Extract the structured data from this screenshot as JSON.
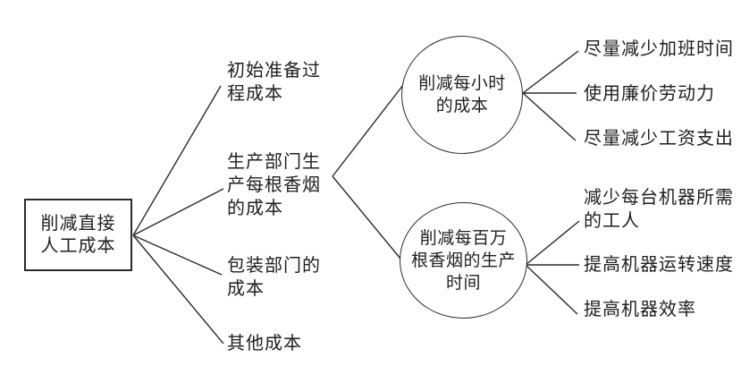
{
  "colors": {
    "background": "#ffffff",
    "ink": "#2b2b2b"
  },
  "tree": {
    "root": {
      "text": "削减直接人工成本",
      "lines": [
        "削减直接",
        "人工成本"
      ]
    },
    "branches": [
      {
        "text": "初始准备过程成本",
        "lines": [
          "初始准备过",
          "程成本"
        ]
      },
      {
        "text": "生产部门生产每根香烟的成本",
        "lines": [
          "生产部门生",
          "产每根香烟",
          "的成本"
        ]
      },
      {
        "text": "包装部门的成本",
        "lines": [
          "包装部门的",
          "成本"
        ]
      },
      {
        "text": "其他成本",
        "lines": [
          "其他成本"
        ]
      }
    ],
    "subnodes": [
      {
        "text": "削减每小时的成本",
        "lines": [
          "削减每小时",
          "的成本"
        ],
        "leaves": [
          {
            "text": "尽量减少加班时间"
          },
          {
            "text": "使用廉价劳动力"
          },
          {
            "text": "尽量减少工资支出"
          }
        ]
      },
      {
        "text": "削减每百万根香烟的生产时间",
        "lines": [
          "削减每百万",
          "根香烟的生产",
          "时间"
        ],
        "leaves": [
          {
            "text": "减少每台机器所需的工人",
            "lines": [
              "减少每台机器所需",
              "的工人"
            ]
          },
          {
            "text": "提高机器运转速度"
          },
          {
            "text": "提高机器效率"
          }
        ]
      }
    ]
  }
}
